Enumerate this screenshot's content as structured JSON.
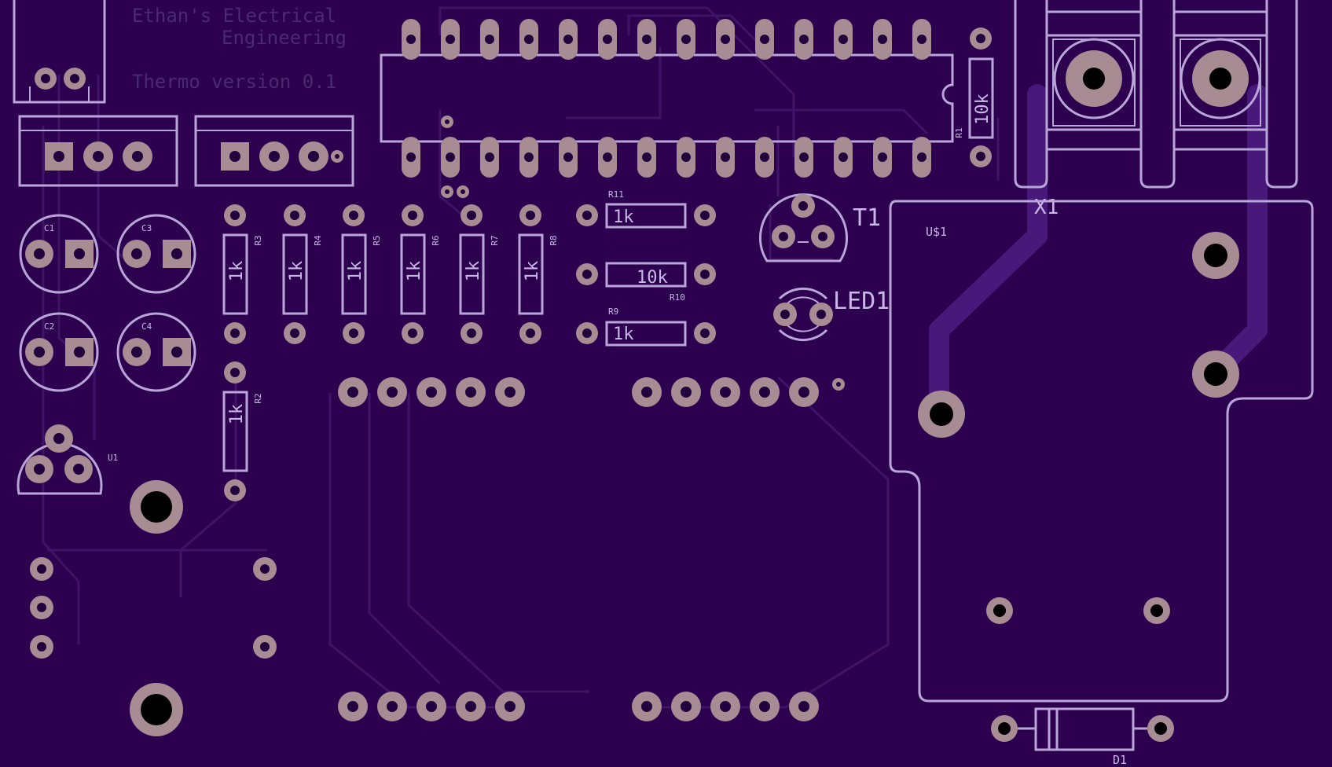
{
  "board": {
    "background": "#2d004f",
    "silkscreen_color": "#b9a6d9",
    "pad_color": "#a78c93",
    "credit_line1": "Ethan's Electrical",
    "credit_line2": "Engineering",
    "version": "Thermo version 0.1"
  },
  "components": {
    "c1": "C1",
    "c2": "C2",
    "c3": "C3",
    "c4": "C4",
    "u1": "U1",
    "r1_name": "R1",
    "r1_value": "10k",
    "r2_name": "R2",
    "r2_value": "1k",
    "r3_name": "R3",
    "r3_value": "1k",
    "r4_name": "R4",
    "r4_value": "1k",
    "r5_name": "R5",
    "r5_value": "1k",
    "r6_name": "R6",
    "r6_value": "1k",
    "r7_name": "R7",
    "r7_value": "1k",
    "r8_name": "R8",
    "r8_value": "1k",
    "r9_name": "R9",
    "r9_value": "1k",
    "r10_name": "R10",
    "r10_value": "10k",
    "r11_name": "R11",
    "r11_value": "1k",
    "t1": "T1",
    "led1": "LED1",
    "x1": "X1",
    "us1": "U$1",
    "d1": "D1"
  }
}
